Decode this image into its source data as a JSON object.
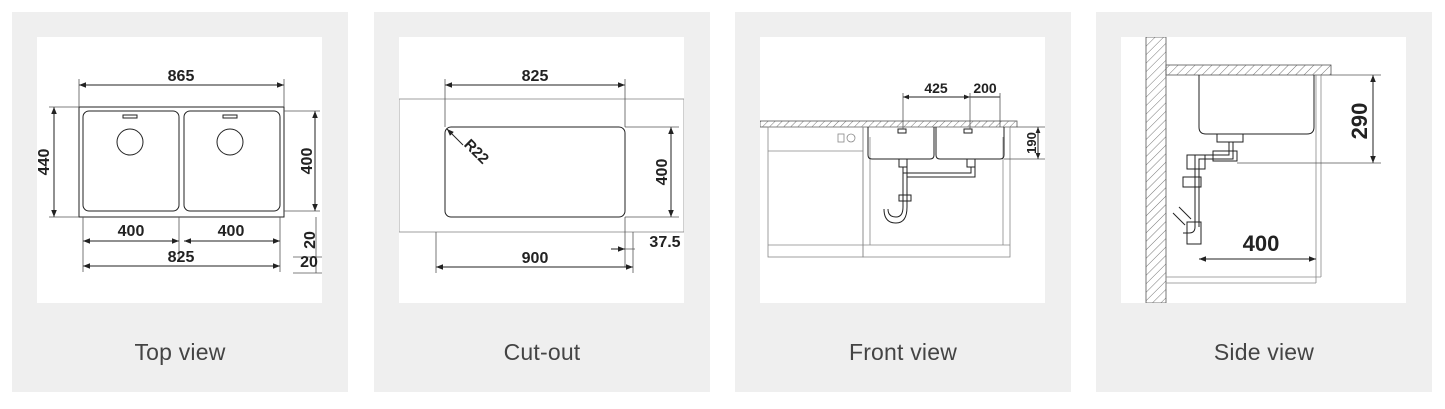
{
  "views": [
    {
      "caption": "Top view",
      "dims": {
        "overall_width": "865",
        "overall_depth": "440",
        "bowl_left": "400",
        "bowl_right": "400",
        "bowl_depth": "400",
        "offset_a": "20",
        "offset_b": "20",
        "inner_width": "825"
      }
    },
    {
      "caption": "Cut-out",
      "dims": {
        "top_width": "825",
        "radius": "R22",
        "depth": "400",
        "offset": "37.5",
        "bottom_width": "900"
      }
    },
    {
      "caption": "Front view",
      "dims": {
        "drain_left": "425",
        "drain_right": "200",
        "height": "190"
      }
    },
    {
      "caption": "Side view",
      "dims": {
        "depth": "290",
        "drain_offset": "400"
      }
    }
  ]
}
